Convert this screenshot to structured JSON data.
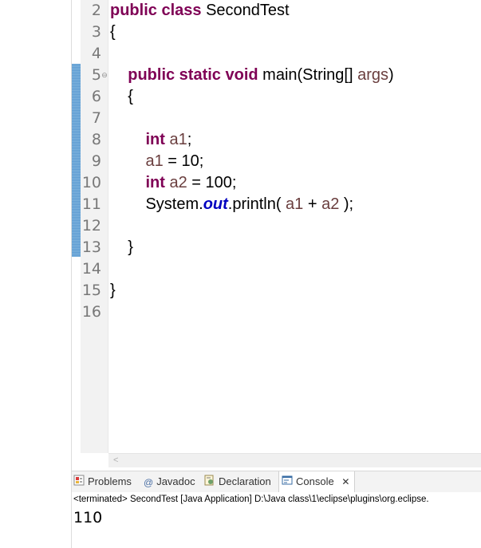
{
  "editor": {
    "lines": [
      {
        "num": "2",
        "segments": [
          {
            "t": "public class ",
            "c": "kw"
          },
          {
            "t": "SecondTest",
            "c": ""
          }
        ]
      },
      {
        "num": "3",
        "segments": [
          {
            "t": "{",
            "c": ""
          }
        ]
      },
      {
        "num": "4",
        "segments": []
      },
      {
        "num": "5",
        "segments": [
          {
            "t": "    ",
            "c": ""
          },
          {
            "t": "public static void ",
            "c": "kw"
          },
          {
            "t": "main(String[] ",
            "c": ""
          },
          {
            "t": "args",
            "c": "var"
          },
          {
            "t": ")",
            "c": ""
          }
        ],
        "fold": "⊖"
      },
      {
        "num": "6",
        "segments": [
          {
            "t": "    {",
            "c": ""
          }
        ]
      },
      {
        "num": "7",
        "segments": []
      },
      {
        "num": "8",
        "segments": [
          {
            "t": "        ",
            "c": ""
          },
          {
            "t": "int ",
            "c": "kw"
          },
          {
            "t": "a1",
            "c": "var"
          },
          {
            "t": ";",
            "c": ""
          }
        ]
      },
      {
        "num": "9",
        "segments": [
          {
            "t": "        ",
            "c": ""
          },
          {
            "t": "a1",
            "c": "var"
          },
          {
            "t": " = 10;",
            "c": ""
          }
        ]
      },
      {
        "num": "10",
        "segments": [
          {
            "t": "        ",
            "c": ""
          },
          {
            "t": "int ",
            "c": "kw"
          },
          {
            "t": "a2",
            "c": "var"
          },
          {
            "t": " = 100;",
            "c": ""
          }
        ]
      },
      {
        "num": "11",
        "segments": [
          {
            "t": "        System.",
            "c": ""
          },
          {
            "t": "out",
            "c": "fld"
          },
          {
            "t": ".println( ",
            "c": ""
          },
          {
            "t": "a1",
            "c": "var"
          },
          {
            "t": " + ",
            "c": ""
          },
          {
            "t": "a2",
            "c": "var"
          },
          {
            "t": " );",
            "c": ""
          }
        ]
      },
      {
        "num": "12",
        "segments": []
      },
      {
        "num": "13",
        "segments": [
          {
            "t": "    }",
            "c": ""
          }
        ]
      },
      {
        "num": "14",
        "segments": []
      },
      {
        "num": "15",
        "segments": [
          {
            "t": "}",
            "c": ""
          }
        ]
      },
      {
        "num": "16",
        "segments": []
      }
    ],
    "scroll_left_arrow": "<"
  },
  "views": {
    "tabs": [
      {
        "label": "Problems",
        "icon": "problems-icon",
        "active": false
      },
      {
        "label": "Javadoc",
        "icon": "javadoc-icon",
        "active": false
      },
      {
        "label": "Declaration",
        "icon": "declaration-icon",
        "active": false
      },
      {
        "label": "Console",
        "icon": "console-icon",
        "active": true
      }
    ],
    "javadoc_glyph": "@",
    "close_glyph": "✕"
  },
  "console": {
    "status": "<terminated> SecondTest [Java Application] D:\\Java class\\1\\eclipse\\plugins\\org.eclipse.",
    "output": "110"
  },
  "colors": {
    "keyword": "#7f0055",
    "variable": "#6a3e3e",
    "field": "#0000c0",
    "change_bar": "#5d9bd2"
  }
}
